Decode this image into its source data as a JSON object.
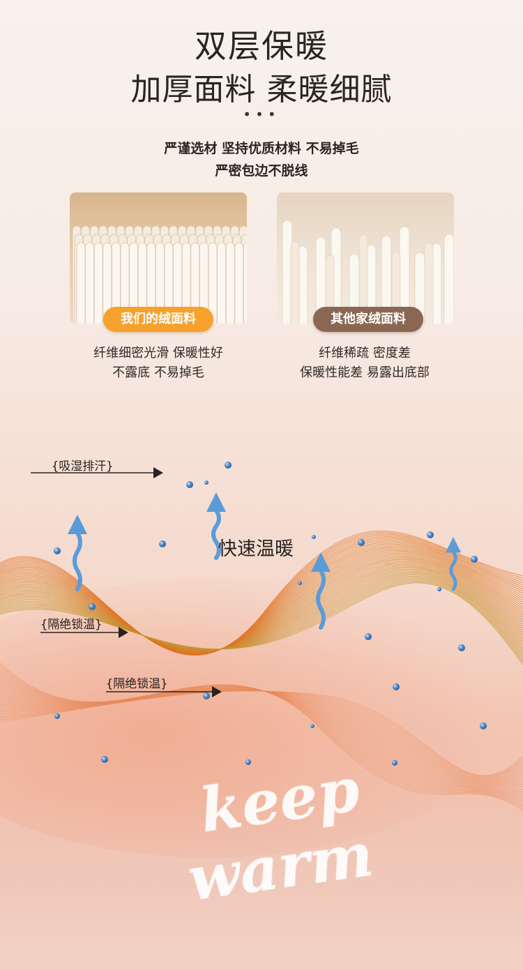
{
  "header": {
    "title_line1": "双层保暖",
    "title_line2": "加厚面料 柔暖细腻",
    "dots": "•••",
    "sub_line1": "严谨选材 坚持优质材料 不易掉毛",
    "sub_line2": "严密包边不脱线"
  },
  "comparison": {
    "left": {
      "badge": "我们的绒面料",
      "desc_line1": "纤维细密光滑 保暖性好",
      "desc_line2": "不露底 不易掉毛",
      "badge_color": "#f6a12b"
    },
    "right": {
      "badge": "其他家绒面料",
      "desc_line1": "纤维稀疏 密度差",
      "desc_line2": "保暖性能差 易露出底部",
      "badge_color": "#8a6752"
    }
  },
  "features": {
    "absorb_label": "{吸湿排汗}",
    "fast_warm_label": "快速温暖",
    "insulate_label_1": "{隔绝锁温}",
    "insulate_label_2": "{隔绝锁温}"
  },
  "slogan": {
    "word1": "keep",
    "word2": "warm"
  },
  "colors": {
    "arrow_blue": "#5b9bd8",
    "wave_orange": "#e0701f",
    "drop_blue": "#4a86c8"
  },
  "icons": [
    "wavy-up-arrow-icon",
    "right-arrow-icon",
    "water-drop-icon"
  ]
}
